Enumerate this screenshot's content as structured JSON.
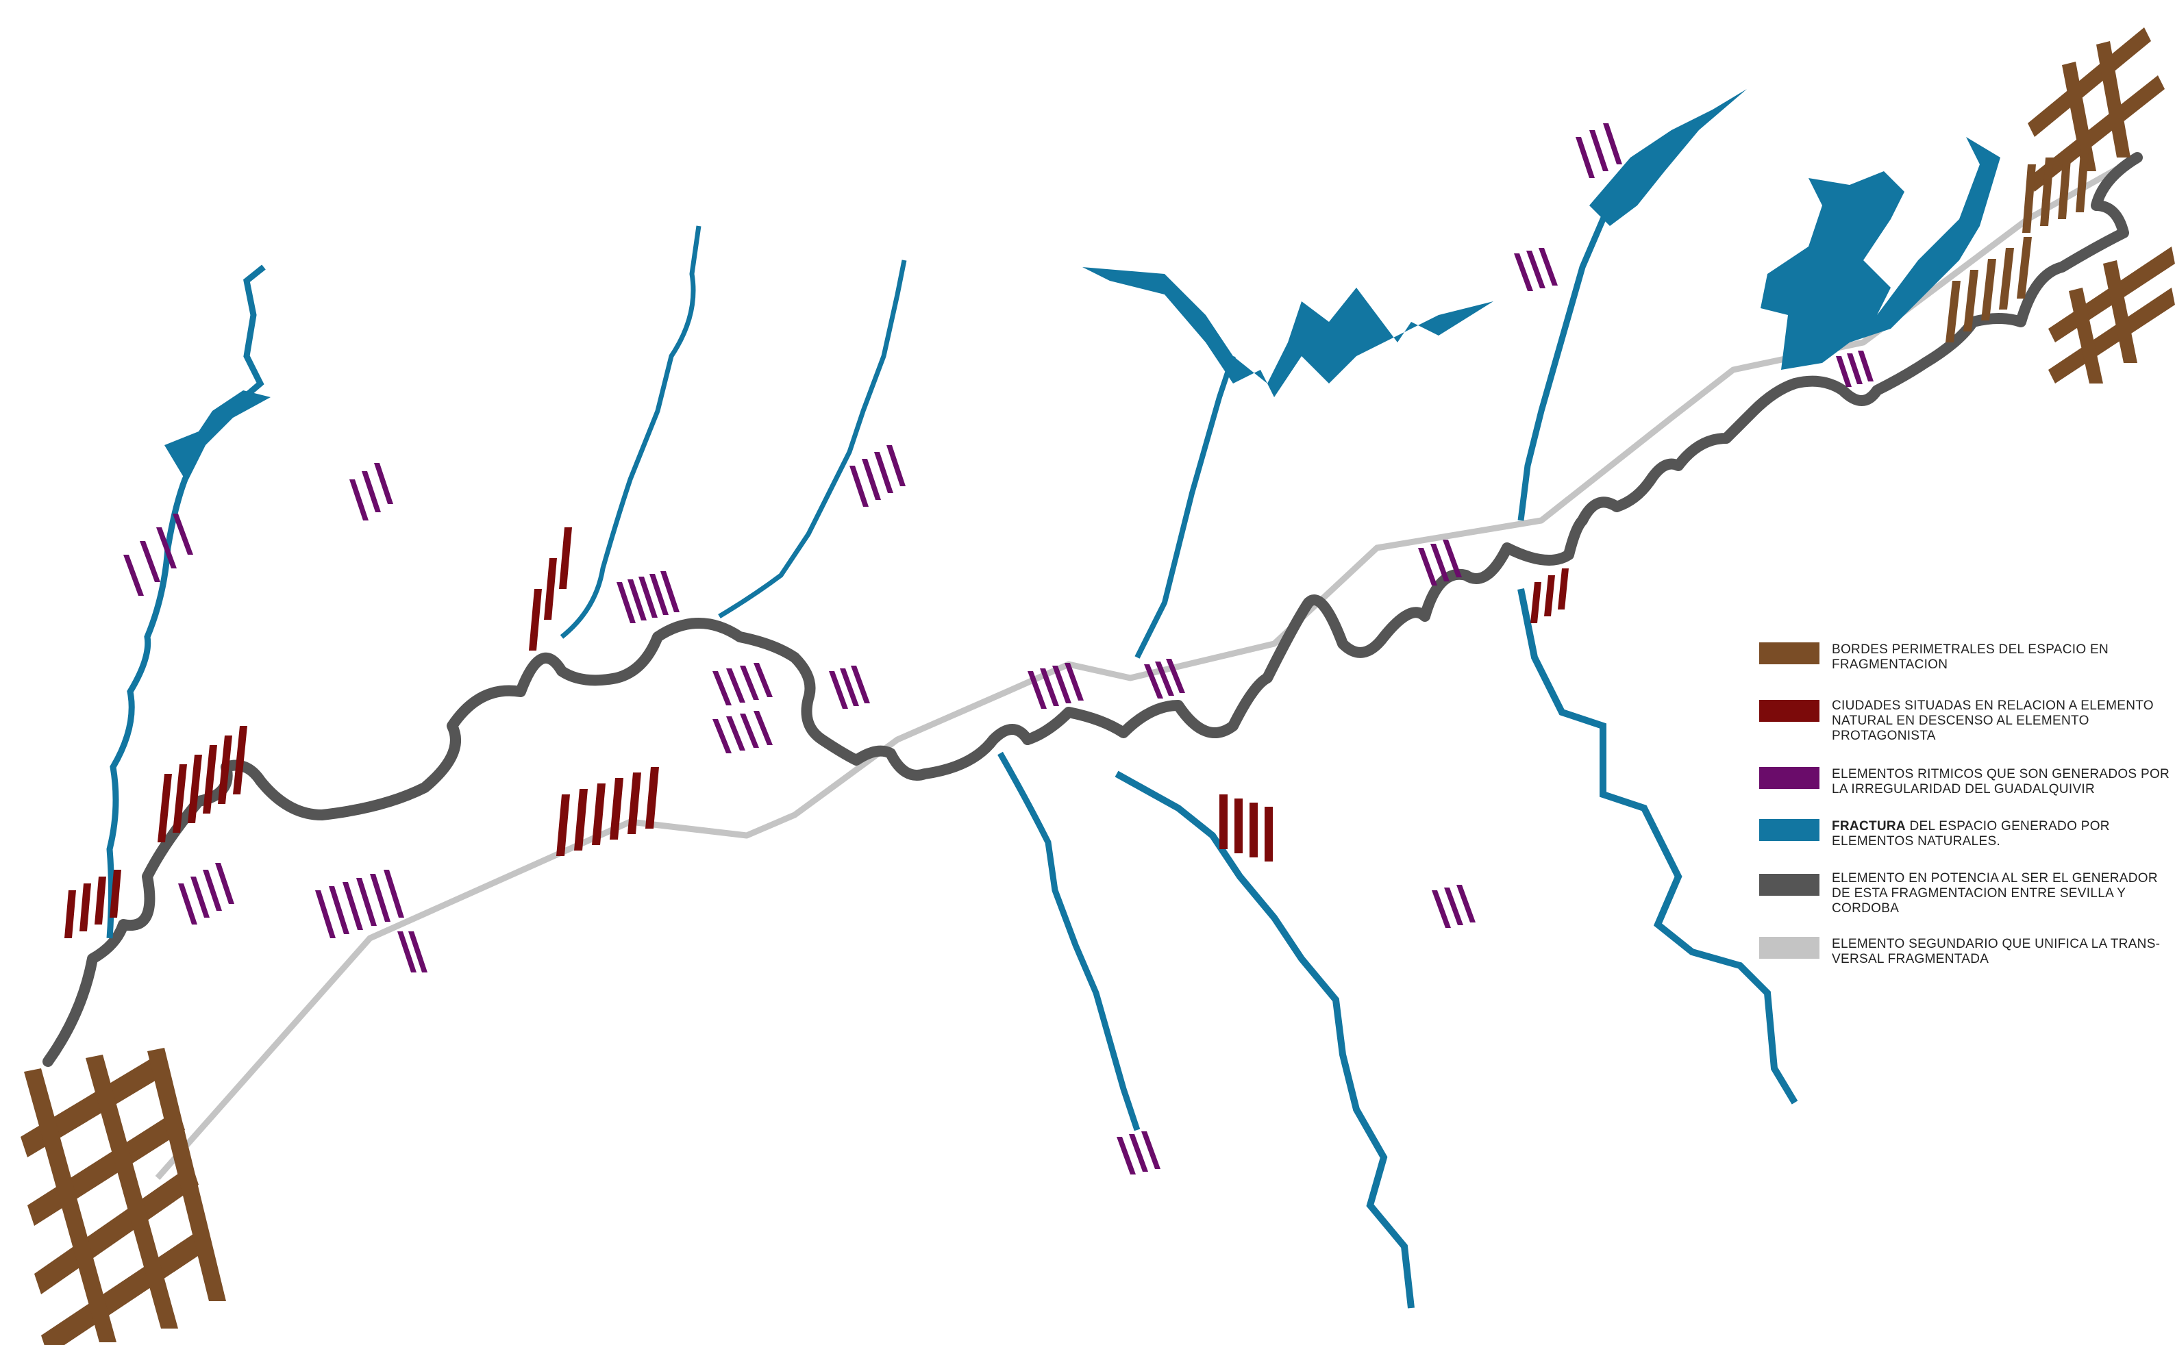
{
  "colors": {
    "border": "#7a4d26",
    "city": "#7c0a0a",
    "rhythm": "#6a0c6a",
    "fracture": "#1276a1",
    "river": "#555555",
    "road": "#c4c4c4"
  },
  "legend": [
    {
      "id": "borders",
      "color": "#7a4d26",
      "bold": "",
      "text": "BORDES PERIMETRALES DEL ESPACIO EN FRAGMENTACION"
    },
    {
      "id": "cities",
      "color": "#7c0a0a",
      "bold": "",
      "text": "CIUDADES  SITUADAS  EN  RELACION  A  ELEMENTO NATURAL EN DESCENSO AL  ELEMENTO PROTAGONISTA"
    },
    {
      "id": "rhythm",
      "color": "#6a0c6a",
      "bold": "",
      "text": "ELEMENTOS RITMICOS QUE SON GENERADOS POR LA IRREGULARIDAD DEL GUADALQUIVIR"
    },
    {
      "id": "fracture",
      "color": "#1276a1",
      "bold": "FRACTURA",
      "text": " DEL ESPACIO GENERADO POR ELEMENTOS NATURALES."
    },
    {
      "id": "river",
      "color": "#555555",
      "bold": "",
      "text": "ELEMENTO  EN POTENCIA AL SER EL GENERADOR DE ESTA FRAGMENTACION ENTRE SEVILLA Y  CORDOBA"
    },
    {
      "id": "road",
      "color": "#c4c4c4",
      "bold": "",
      "text": "ELEMENTO SEGUNDARIO  QUE UNIFICA LA TRANS- VERSAL FRAGMENTADA"
    }
  ]
}
